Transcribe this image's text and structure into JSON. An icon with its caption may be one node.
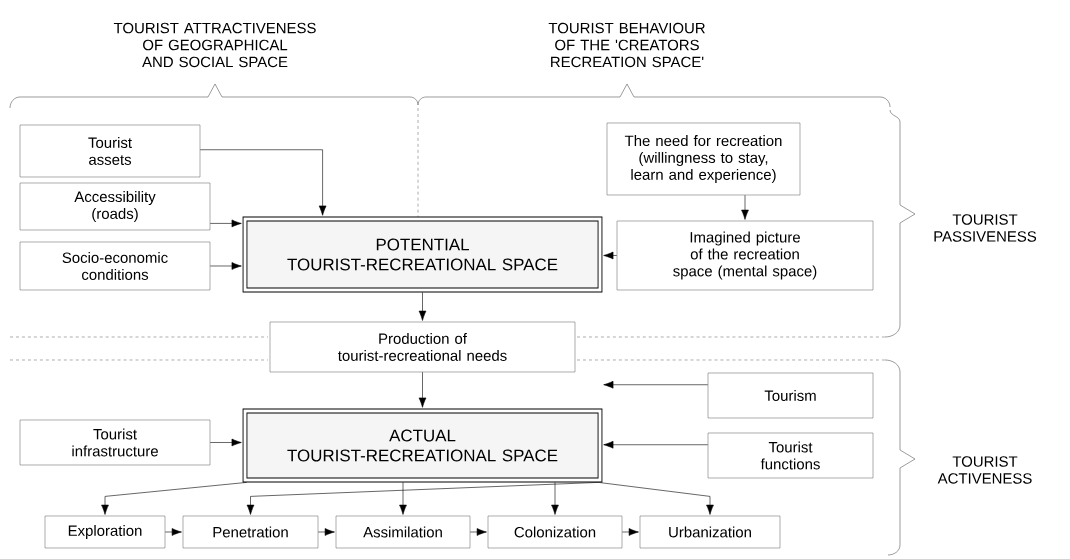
{
  "diagram": {
    "nodes": [
      {
        "text": [
          "Tourist assets"
        ]
      },
      {
        "text": [
          "Accessibility (roads)"
        ]
      },
      {
        "text": [
          "Socio-economic conditions"
        ]
      },
      {
        "text": [
          "POTENTIAL TOURIST-RECREATIONAL SPACE"
        ]
      },
      {
        "text": [
          "The need for recreation (willingness to stay, learn and experience)"
        ]
      },
      {
        "text": [
          "Imagined picture of the recreation space (mental space)"
        ]
      },
      {
        "text": [
          "Production of tourist-recreational needs"
        ]
      },
      {
        "text": [
          "Tourism"
        ]
      },
      {
        "text": [
          "Tourist functions"
        ]
      },
      {
        "text": [
          "Tourist infrastructure"
        ]
      },
      {
        "text": [
          "ACTUAL TOURIST-RECREATIONAL SPACE"
        ]
      },
      {
        "text": [
          "Exploration"
        ]
      },
      {
        "text": [
          "Penetration"
        ]
      },
      {
        "text": [
          "Assimilation"
        ]
      },
      {
        "text": [
          "Colonization"
        ]
      },
      {
        "text": [
          "Urbanization"
        ]
      }
    ],
    "edges": [
      {
        "from": 0,
        "to": 3,
        "arrow": "to"
      },
      {
        "from": 1,
        "to": 3,
        "arrow": "to"
      },
      {
        "from": 2,
        "to": 3,
        "arrow": "to"
      },
      {
        "from": 4,
        "to": 5,
        "arrow": "to"
      },
      {
        "from": 5,
        "to": 3,
        "arrow": "to"
      },
      {
        "from": 3,
        "to": 6,
        "arrow": "to"
      },
      {
        "from": 6,
        "to": 10,
        "arrow": "to"
      },
      {
        "from": 7,
        "to": 10,
        "arrow": "to"
      },
      {
        "from": 8,
        "to": 10,
        "arrow": "to"
      },
      {
        "from": 9,
        "to": 10,
        "arrow": "to"
      },
      {
        "from": 10,
        "to": 11,
        "arrow": "to"
      },
      {
        "from": 10,
        "to": 12,
        "arrow": "to"
      },
      {
        "from": 10,
        "to": 13,
        "arrow": "to"
      },
      {
        "from": 10,
        "to": 14,
        "arrow": "to"
      },
      {
        "from": 10,
        "to": 15,
        "arrow": "to"
      },
      {
        "from": 11,
        "to": 12,
        "arrow": "to"
      },
      {
        "from": 12,
        "to": 13,
        "arrow": "to"
      },
      {
        "from": 13,
        "to": 14,
        "arrow": "to"
      },
      {
        "from": 14,
        "to": 15,
        "arrow": "to"
      }
    ],
    "labels": [
      "TOURIST ATTRACTIVENESS OF GEOGRAPHICAL AND SOCIAL SPACE",
      "TOURIST BEHAVIOUR OF THE 'CREATORS RECREATION SPACE'",
      "TOURIST PASSIVENESS",
      "TOURIST ACTIVENESS"
    ]
  }
}
